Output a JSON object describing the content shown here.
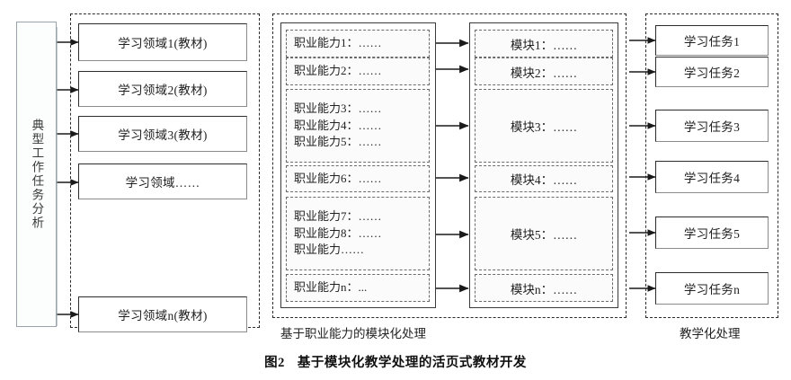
{
  "figure": {
    "caption_number": "图2",
    "caption_text": "基于模块化教学处理的活页式教材开发"
  },
  "left_stage": {
    "vertical_label": "典型工作任务分析"
  },
  "learning_fields": {
    "section_caption": "",
    "items": [
      {
        "label": "学习领域1(教材)"
      },
      {
        "label": "学习领域2(教材)"
      },
      {
        "label": "学习领域3(教材)"
      },
      {
        "label": "学习领域……"
      },
      {
        "label": "学习领域n(教材)"
      }
    ]
  },
  "modularization": {
    "section_caption": "基于职业能力的模块化处理",
    "ability_groups": [
      {
        "lines": [
          "职业能力1：……"
        ]
      },
      {
        "lines": [
          "职业能力2：……"
        ]
      },
      {
        "lines": [
          "职业能力3：……",
          "职业能力4：……",
          "职业能力5：……"
        ]
      },
      {
        "lines": [
          "职业能力6：……"
        ]
      },
      {
        "lines": [
          "职业能力7：……",
          "职业能力8：……",
          "职业能力……"
        ]
      },
      {
        "lines": [
          "职业能力n：..."
        ]
      }
    ],
    "modules": [
      {
        "label": "模块1：……"
      },
      {
        "label": "模块2：……"
      },
      {
        "label": "模块3：……"
      },
      {
        "label": "模块4：……"
      },
      {
        "label": "模块5：……"
      },
      {
        "label": "模块n：……"
      }
    ]
  },
  "teaching_stage": {
    "section_caption": "教学化处理",
    "tasks": [
      {
        "label": "学习任务1"
      },
      {
        "label": "学习任务2"
      },
      {
        "label": "学习任务3"
      },
      {
        "label": "学习任务4"
      },
      {
        "label": "学习任务5"
      },
      {
        "label": "学习任务n"
      }
    ]
  },
  "colors": {
    "line": "#2b2b2b",
    "box_border": "#2b2b2b",
    "box_shadow_border": "#8a8a8a",
    "dashed": "#6b6b6b",
    "vbox_border": "#9aa3aa",
    "background": "#ffffff"
  }
}
